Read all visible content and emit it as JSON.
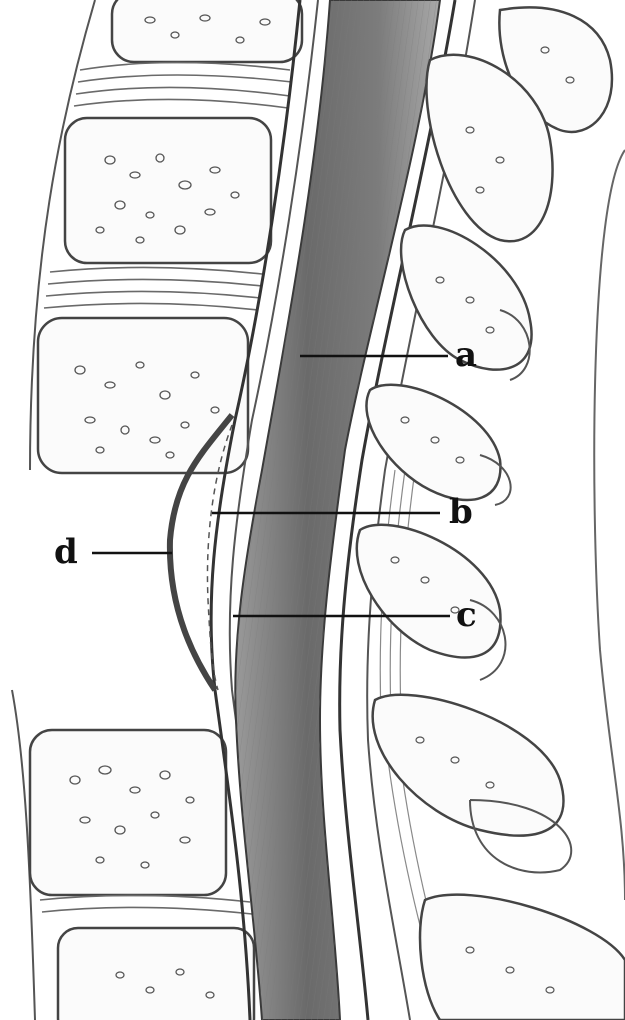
{
  "figure": {
    "labels": {
      "a": "a",
      "b": "b",
      "c": "c",
      "d": "d"
    }
  },
  "colors": {
    "paper": "#ffffff",
    "pencil": "#333333",
    "cord_dark": "#6e6e6e",
    "cord_mid": "#8f8f8f",
    "soft_shade": "#cfcfcf"
  }
}
